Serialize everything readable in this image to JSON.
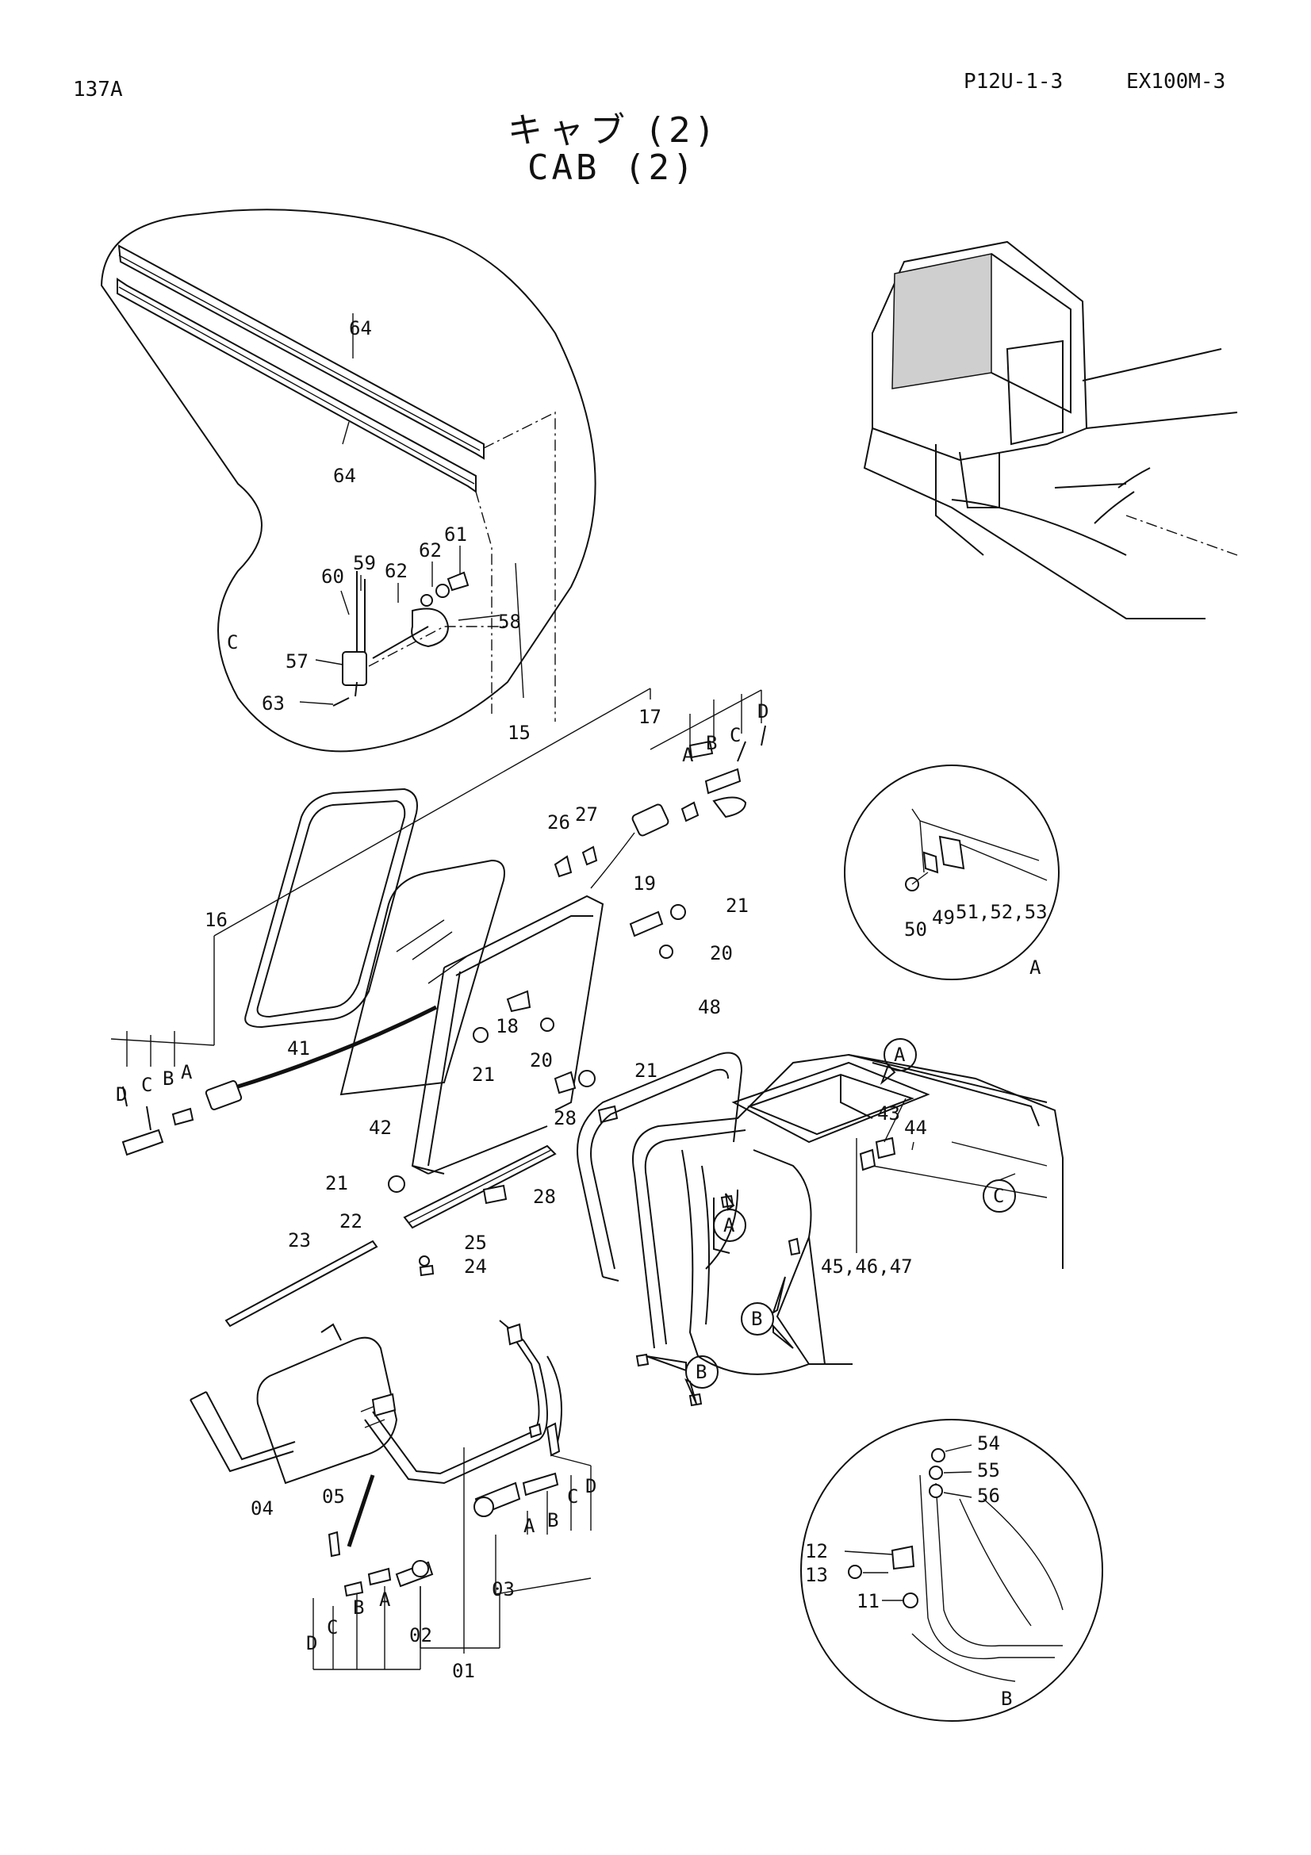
{
  "header": {
    "page_code": "137A",
    "part_code": "P12U-1-3",
    "model": "EX100M-3"
  },
  "title": {
    "japanese": "キャブ (2)",
    "english": "CAB (2)"
  },
  "callouts": {
    "c64a": "64",
    "c64b": "64",
    "c61": "61",
    "c62a": "62",
    "c62b": "62",
    "c59": "59",
    "c60": "60",
    "c58": "58",
    "c57": "57",
    "c63": "63",
    "cC_detail": "C",
    "c15": "15",
    "c17": "17",
    "c16": "16",
    "c26": "26",
    "c27": "27",
    "c19": "19",
    "c21a": "21",
    "c20a": "20",
    "c18": "18",
    "c20b": "20",
    "c21b": "21",
    "c21c": "21",
    "c21d": "21",
    "c28a": "28",
    "c28b": "28",
    "c22": "22",
    "c23": "23",
    "c25": "25",
    "c24": "24",
    "c41": "41",
    "c42": "42",
    "c48": "48",
    "c43": "43",
    "c44": "44",
    "c45_47": "45,46,47",
    "c50": "50",
    "c49": "49",
    "c51_53": "51,52,53",
    "detailA": "A",
    "c04": "04",
    "c05": "05",
    "c01": "01",
    "c02": "02",
    "c03": "03",
    "c54": "54",
    "c55": "55",
    "c56": "56",
    "c12": "12",
    "c13": "13",
    "c11": "11",
    "detailB": "B",
    "L17A": "A",
    "L17B": "B",
    "L17C": "C",
    "L17D": "D",
    "L16A": "A",
    "L16B": "B",
    "L16C": "C",
    "L16D": "D",
    "L03A": "A",
    "L03B": "B",
    "L03C": "C",
    "L03D": "D",
    "L02A": "A",
    "L02B": "B",
    "L02C": "C",
    "L02D": "D",
    "circA1": "A",
    "circA2": "A",
    "circB1": "B",
    "circB2": "B",
    "circC": "C"
  }
}
